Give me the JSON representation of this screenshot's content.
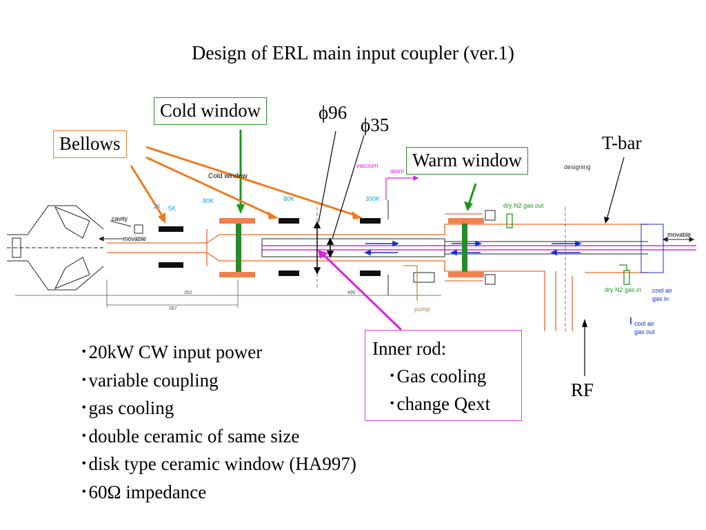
{
  "title": "Design of ERL main input coupler (ver.1)",
  "callouts": {
    "cold_window": "Cold window",
    "bellows": "Bellows",
    "warm_window": "Warm window",
    "phi96": "ϕ96",
    "phi35": "ϕ35",
    "tbar": "T-bar",
    "rf": "RF"
  },
  "drawing_labels": {
    "cold_window_small": "Cold window",
    "vacuum": "vacuum",
    "atom": "atom",
    "designing": "designing",
    "k2": "2K",
    "k5": "5K",
    "k80a": "80K",
    "k80b": "80K",
    "k300": "300K",
    "cavity": "cavity",
    "movable_left": "movable",
    "movable_right": "movable",
    "dry_n2_out": "dry N2 gas out",
    "dry_n2_in": "dry N2 gas in",
    "cool_air_in": "cool air gas in",
    "cool_air_out": "cool air gas out",
    "pump": "pump",
    "dim_202": "202",
    "dim_267": "267",
    "dim_490": "490"
  },
  "bullets": [
    "･20kW CW input power",
    "･variable coupling",
    "･gas cooling",
    "･double ceramic of same size",
    "･disk type ceramic window (HA997)",
    "･60Ω impedance"
  ],
  "inner_rod": {
    "heading": "Inner rod:",
    "items": [
      "･Gas cooling",
      "･change Qext"
    ]
  },
  "colors": {
    "green": "#1a9a1a",
    "orange": "#f07a20",
    "pink": "#e020e0",
    "copper": "#f08050",
    "blue": "#1030d0",
    "cyan": "#1aa0d0"
  }
}
